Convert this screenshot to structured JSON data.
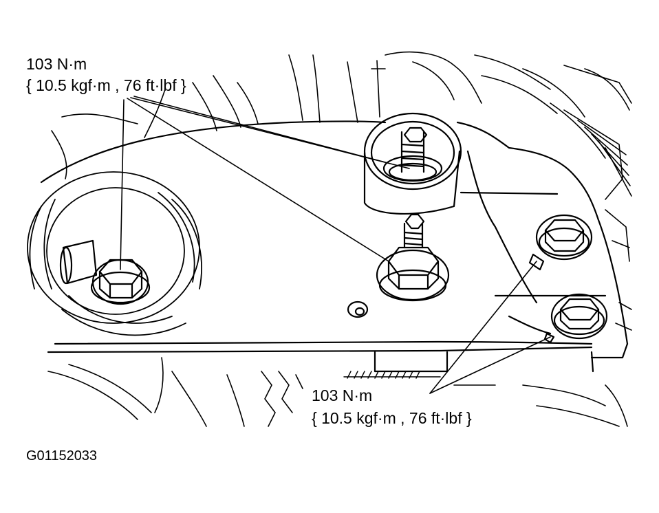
{
  "callouts": {
    "top": {
      "torque_metric": "103 N·m",
      "torque_alt": "{ 10.5 kgf·m , 76 ft·lbf }"
    },
    "bottom": {
      "torque_metric": "103 N·m",
      "torque_alt": "{ 10.5 kgf·m , 76 ft·lbf }"
    }
  },
  "figure": {
    "id": "G01152033"
  },
  "colors": {
    "line": "#000000",
    "background": "#ffffff"
  }
}
